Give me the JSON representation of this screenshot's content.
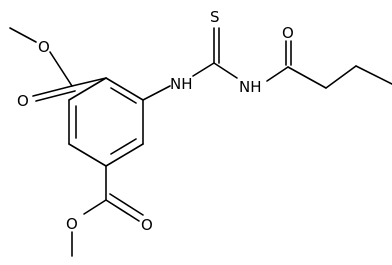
{
  "molecule": {
    "atoms": [
      {
        "id": "o_me_top",
        "label": "O"
      },
      {
        "id": "o_carbonyl_top",
        "label": "O"
      },
      {
        "id": "o_me_bottom",
        "label": "O"
      },
      {
        "id": "o_carbonyl_bottom",
        "label": "O"
      },
      {
        "id": "nh_aryl",
        "label": "NH"
      },
      {
        "id": "s_thio",
        "label": "S"
      },
      {
        "id": "nh_amide",
        "label": "NH"
      },
      {
        "id": "o_amide",
        "label": "O"
      }
    ]
  }
}
